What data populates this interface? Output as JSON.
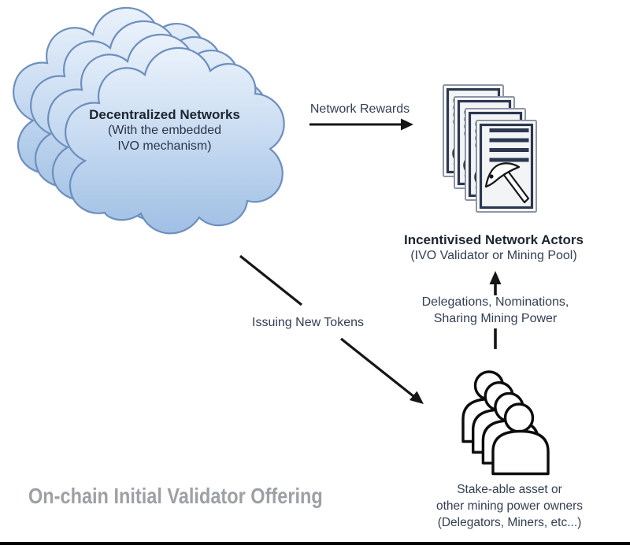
{
  "cloud": {
    "title": "Decentralized Networks",
    "line2": "(With the embedded",
    "line3": "IVO mechanism)"
  },
  "flows": {
    "network_rewards": "Network Rewards",
    "issuing_new_tokens": "Issuing New Tokens",
    "delegations_line1": "Delegations, Nominations,",
    "delegations_line2": "Sharing Mining Power"
  },
  "actors": {
    "title": "Incentivised Network Actors",
    "subtitle": "(IVO Validator or Mining Pool)"
  },
  "stakeholders": {
    "line1": "Stake-able asset or",
    "line2": "other mining power owners",
    "line3": "(Delegators, Miners, etc...)"
  },
  "footer": {
    "title": "On-chain Initial Validator Offering"
  },
  "icons": {
    "cloud": "cloud-stack-icon",
    "documents": "document-stack-icon",
    "pickaxe": "pickaxe-icon",
    "people": "people-group-icon"
  },
  "colors": {
    "cloud_fill_top": "#eaf2fb",
    "cloud_fill_bottom": "#9fbfe4",
    "cloud_stroke": "#6e8fbe",
    "arrow": "#161616",
    "doc_accent": "#2b3850",
    "doc_outer_stroke": "#8d95a3",
    "ink": "#333e52",
    "header_ink": "#1d2531",
    "title_gray": "#9da0a4"
  }
}
